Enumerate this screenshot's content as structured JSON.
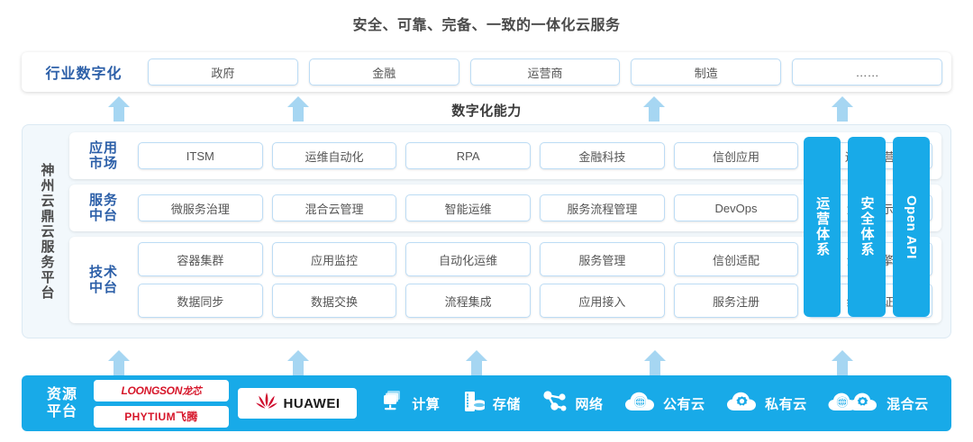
{
  "title": "安全、可靠、完备、一致的一体化云服务",
  "industry": {
    "label": "行业数字化",
    "items": [
      {
        "label": "政府"
      },
      {
        "label": "金融"
      },
      {
        "label": "运营商"
      },
      {
        "label": "制造"
      },
      {
        "label": "……"
      }
    ]
  },
  "capability_label": "数字化能力",
  "platform": {
    "vertical_label": "神州云鼎云服务平台",
    "rows": [
      {
        "label": "应用\n市场",
        "label_line1": "应用",
        "label_line2": "市场",
        "cells": [
          "ITSM",
          "运维自动化",
          "RPA",
          "金融科技",
          "信创应用",
          "运维/运营"
        ]
      },
      {
        "label_line1": "服务",
        "label_line2": "中台",
        "cells": [
          "微服务治理",
          "混合云管理",
          "智能运维",
          "服务流程管理",
          "DevOps",
          "大屏展示"
        ]
      },
      {
        "label_line1": "技术",
        "label_line2": "中台",
        "cells_row1": [
          "容器集群",
          "应用监控",
          "自动化运维",
          "服务管理",
          "信创适配",
          "流程引擎"
        ],
        "cells_row2": [
          "数据同步",
          "数据交换",
          "流程集成",
          "应用接入",
          "服务注册",
          "统一认证"
        ]
      }
    ]
  },
  "vertical_bars": [
    {
      "label": "运营体系",
      "latin": false
    },
    {
      "label": "安全体系",
      "latin": false
    },
    {
      "label": "Open API",
      "latin": true
    }
  ],
  "resource": {
    "label_line1": "资源",
    "label_line2": "平台",
    "logos": [
      {
        "name": "loongson",
        "text": "LOONGSON",
        "cn": "龙芯"
      },
      {
        "name": "phytium",
        "text": "PHYTIUM",
        "cn": "飞腾"
      },
      {
        "name": "huawei",
        "text": "HUAWEI"
      }
    ],
    "items": [
      {
        "icon": "compute-icon",
        "label": "计算"
      },
      {
        "icon": "storage-icon",
        "label": "存储"
      },
      {
        "icon": "network-icon",
        "label": "网络"
      },
      {
        "icon": "public-cloud-icon",
        "label": "公有云"
      },
      {
        "icon": "private-cloud-icon",
        "label": "私有云"
      },
      {
        "icon": "hybrid-cloud-icon",
        "label": "混合云"
      }
    ]
  },
  "colors": {
    "brand_blue": "#18aae8",
    "arrow_blue": "#a6d6f2",
    "label_blue": "#2c5fa8",
    "panel_bg": "#f2f8fc",
    "logo_red": "#d6162a",
    "huawei_red": "#cf0a2c"
  },
  "arrows": {
    "top_row_count": 4,
    "bottom_row_count": 5
  }
}
